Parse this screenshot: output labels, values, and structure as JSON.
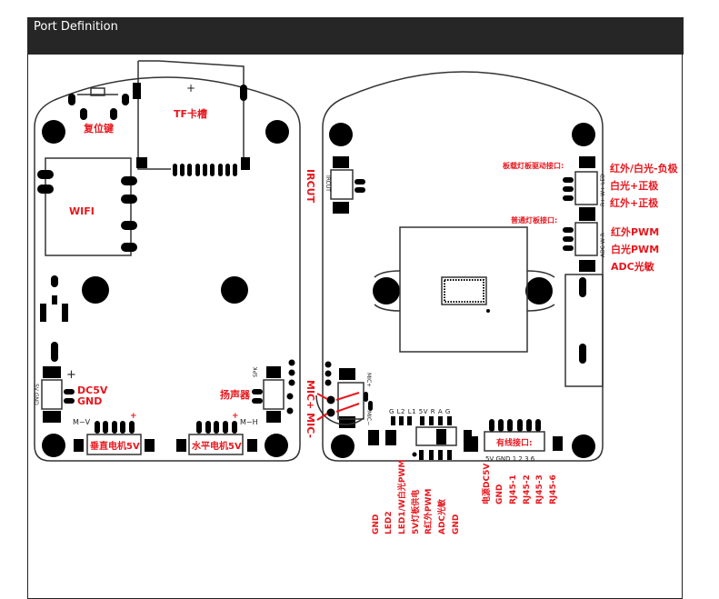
{
  "header": {
    "title": "Port Definition"
  },
  "left_board": {
    "reset": "复位键",
    "tf": "TF卡槽",
    "wifi": "WIFI",
    "ircut": "IRCUT",
    "dc5v": "DC5V",
    "gnd": "GND",
    "speaker": "扬声器",
    "spk": "SPK",
    "pin_5v": "5V",
    "pin_gnd": "GND",
    "mv": "M−V",
    "mh": "M−H",
    "motor_v": "垂直电机5V",
    "motor_h": "水平电机5V",
    "plus": "+"
  },
  "right_board": {
    "ircut_silk": "IRCUT",
    "onboard_port": "板载灯板驱动接口:",
    "onboard_pins": "R+ W+ LED−",
    "onboard_labels": [
      "红外/白光-负极",
      "白光+正极",
      "红外+正极"
    ],
    "normal_port": "普通灯板接口:",
    "normal_pins": "ADC W R",
    "normal_labels": [
      "红外PWM",
      "白光PWM",
      "ADC光敏"
    ],
    "mic_plus_silk": "MIC+",
    "mic_minus_silk": "MIC−",
    "mic_label": "MIC+ MIC-",
    "light_pins": "G L2 L1 5V R A G",
    "light_labels": [
      "GND",
      "LED2",
      "LED1/W白光PWM",
      "5V灯板供电",
      "R红外PWM",
      "ADC光敏",
      "GND"
    ],
    "wired_port": "有线接口:",
    "wired_pins": "5V GND 1 2 3 6",
    "wired_labels": [
      "电源DC5V",
      "GND",
      "RJ45-1",
      "RJ45-2",
      "RJ45-3",
      "RJ45-6"
    ]
  },
  "colors": {
    "label": "#e8161c",
    "header_bg": "#262626"
  }
}
